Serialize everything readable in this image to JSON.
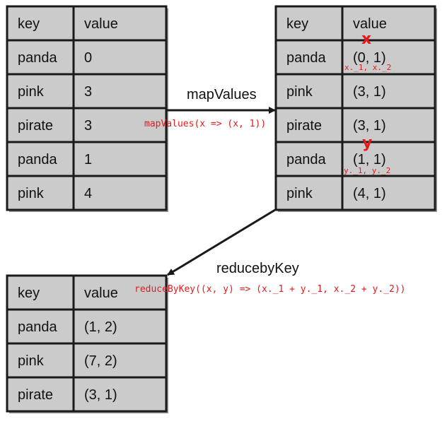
{
  "tables": {
    "input": {
      "header": [
        "key",
        "value"
      ],
      "rows": [
        [
          "panda",
          "0"
        ],
        [
          "pink",
          "3"
        ],
        [
          "pirate",
          "3"
        ],
        [
          "panda",
          "1"
        ],
        [
          "pink",
          "4"
        ]
      ]
    },
    "mapped": {
      "header": [
        "key",
        "value"
      ],
      "rows": [
        [
          "panda",
          "(0, 1)"
        ],
        [
          "pink",
          "(3, 1)"
        ],
        [
          "pirate",
          "(3, 1)"
        ],
        [
          "panda",
          "(1, 1)"
        ],
        [
          "pink",
          "(4, 1)"
        ]
      ]
    },
    "reduced": {
      "header": [
        "key",
        "value"
      ],
      "rows": [
        [
          "panda",
          "(1, 2)"
        ],
        [
          "pink",
          "(7, 2)"
        ],
        [
          "pirate",
          "(3, 1)"
        ]
      ]
    }
  },
  "operations": {
    "map_values": {
      "label": "mapValues",
      "code": "mapValues(x => (x, 1))"
    },
    "reduce_by_key": {
      "label": "reducebyKey",
      "code": "reduceByKey((x, y) => (x._1 + y._1, x._2 + y._2))"
    }
  },
  "annotations": {
    "x_var": "x",
    "x_fields": "x._1, x._2",
    "y_var": "y",
    "y_fields": "y._1, y._2"
  },
  "colors": {
    "cell_fill": "#cbcbcb",
    "border": "#1a1a1a",
    "annotation": "#e8191c"
  }
}
